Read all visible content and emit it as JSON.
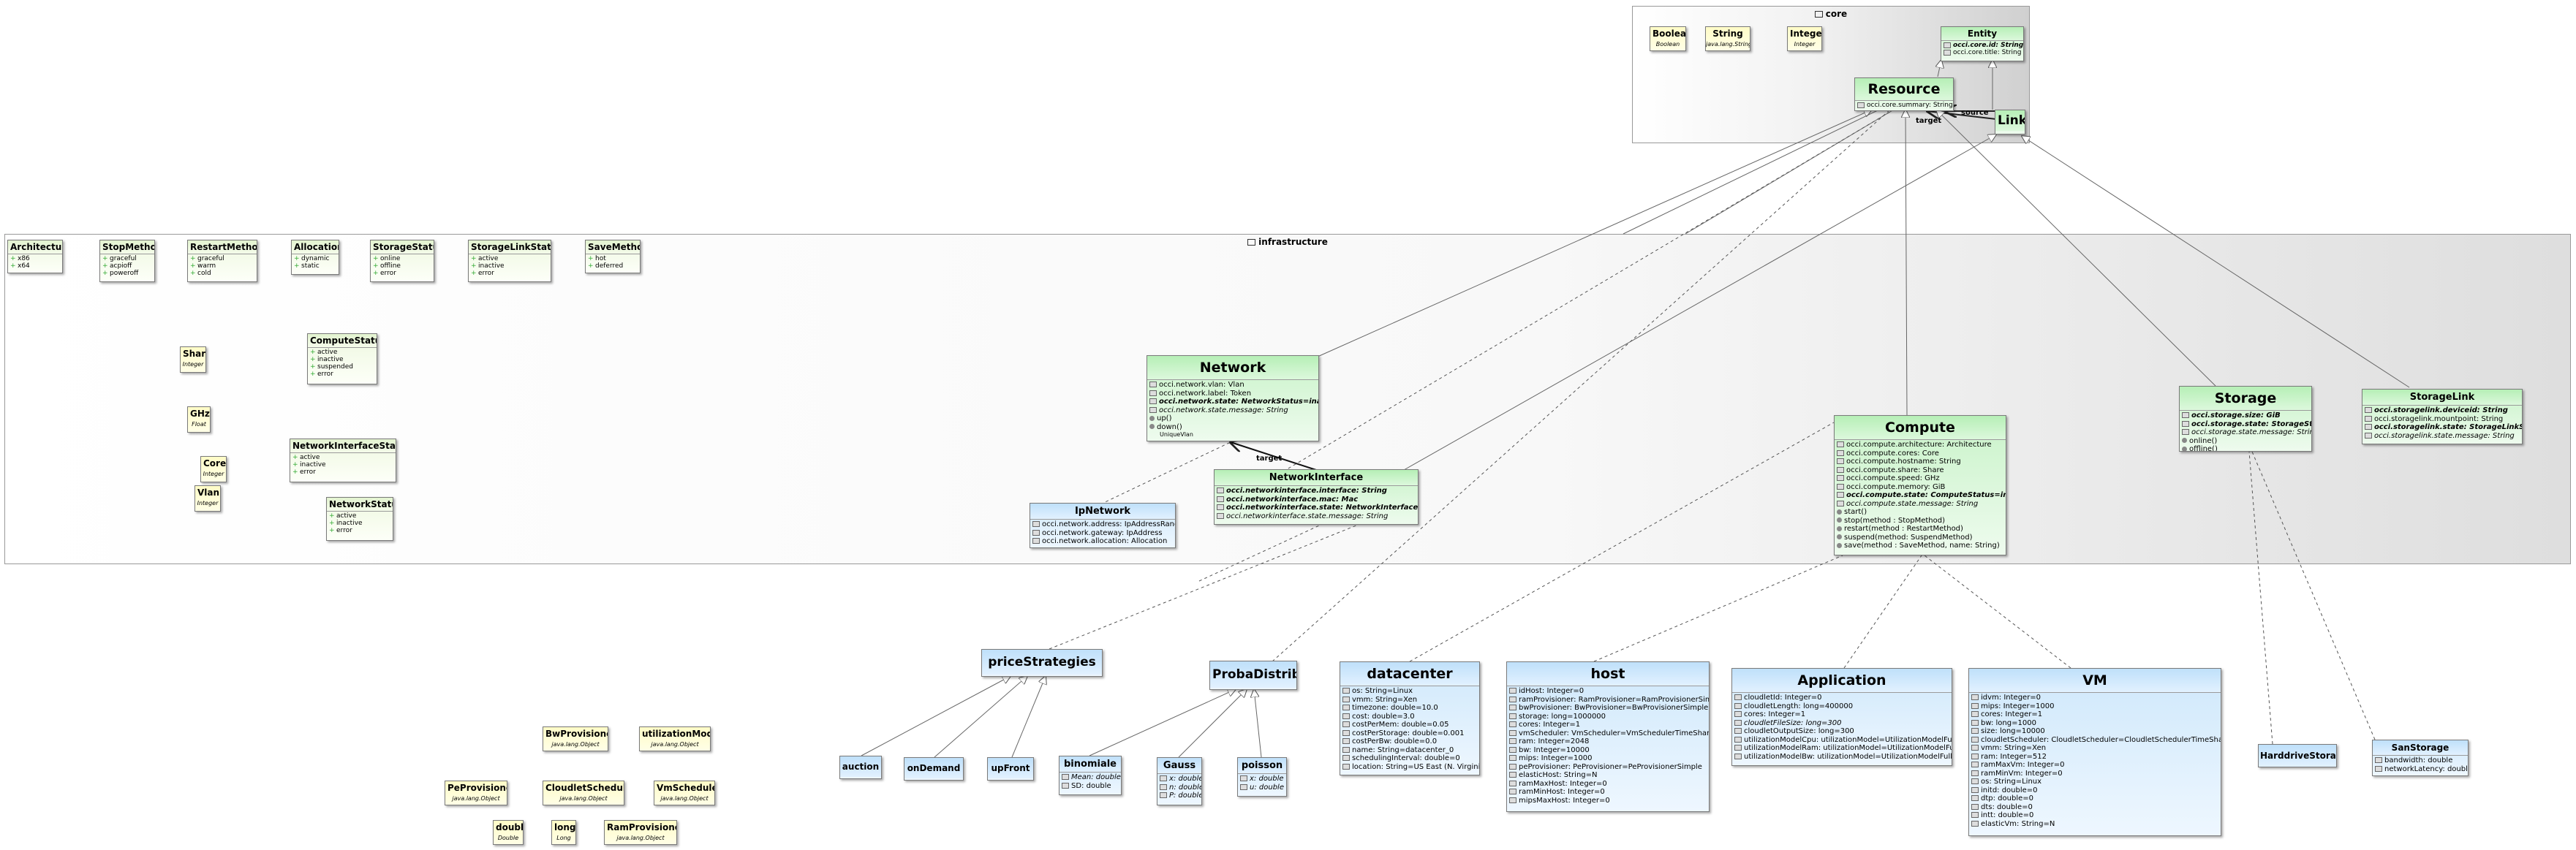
{
  "packages": {
    "core": "core",
    "infrastructure": "infrastructure"
  },
  "core": {
    "boolean": {
      "name": "Boolean",
      "type": "Boolean"
    },
    "string": {
      "name": "String",
      "type": "java.lang.String"
    },
    "integer": {
      "name": "Integer",
      "type": "Integer"
    },
    "entity": {
      "name": "Entity",
      "attrs": [
        "occi.core.id: String",
        "occi.core.title: String"
      ]
    },
    "resource": {
      "name": "Resource",
      "attrs": [
        "occi.core.summary: String"
      ]
    },
    "link": {
      "name": "Link"
    },
    "edge_labels": {
      "target": "target",
      "source": "source"
    }
  },
  "infra": {
    "enums": {
      "architecture": {
        "name": "Architecture",
        "literals": [
          "x86",
          "x64"
        ]
      },
      "stopmethod": {
        "name": "StopMethod",
        "literals": [
          "graceful",
          "acpioff",
          "poweroff"
        ]
      },
      "restartmethod": {
        "name": "RestartMethod",
        "literals": [
          "graceful",
          "warm",
          "cold"
        ]
      },
      "allocation": {
        "name": "Allocation",
        "literals": [
          "dynamic",
          "static"
        ]
      },
      "storagestatus": {
        "name": "StorageStatus",
        "literals": [
          "online",
          "offline",
          "error"
        ]
      },
      "storagelinkstatus": {
        "name": "StorageLinkStatus",
        "literals": [
          "active",
          "inactive",
          "error"
        ]
      },
      "savemethod": {
        "name": "SaveMethod",
        "literals": [
          "hot",
          "deferred"
        ]
      },
      "computestatus": {
        "name": "ComputeStatus",
        "literals": [
          "active",
          "inactive",
          "suspended",
          "error"
        ]
      },
      "networkinterfacestatus": {
        "name": "NetworkInterfaceStatus",
        "literals": [
          "active",
          "inactive",
          "error"
        ]
      },
      "networkstatus": {
        "name": "NetworkStatus",
        "literals": [
          "active",
          "inactive",
          "error"
        ]
      }
    },
    "types": {
      "share": {
        "name": "Share",
        "type": "Integer"
      },
      "ghz": {
        "name": "GHz",
        "type": "Float"
      },
      "core": {
        "name": "Core",
        "type": "Integer"
      },
      "vlan": {
        "name": "Vlan",
        "type": "Integer"
      }
    },
    "network": {
      "name": "Network",
      "rows": [
        "occi.network.vlan: Vlan",
        "occi.network.label: Token",
        "occi.network.state: NetworkStatus=inactive",
        "occi.network.state.message: String",
        "up()",
        "down()",
        "UniqueVlan"
      ]
    },
    "networkinterface": {
      "name": "NetworkInterface",
      "rows": [
        "occi.networkinterface.interface: String",
        "occi.networkinterface.mac: Mac",
        "occi.networkinterface.state: NetworkInterfaceStatus",
        "occi.networkinterface.state.message: String"
      ]
    },
    "ipnetwork": {
      "name": "IpNetwork",
      "rows": [
        "occi.network.address: IpAddressRange",
        "occi.network.gateway: IpAddress",
        "occi.network.allocation: Allocation"
      ]
    },
    "compute": {
      "name": "Compute",
      "rows": [
        "occi.compute.architecture: Architecture",
        "occi.compute.cores: Core",
        "occi.compute.hostname: String",
        "occi.compute.share: Share",
        "occi.compute.speed: GHz",
        "occi.compute.memory: GiB",
        "occi.compute.state: ComputeStatus=inactive",
        "occi.compute.state.message: String",
        "start()",
        "stop(method : StopMethod)",
        "restart(method : RestartMethod)",
        "suspend(method: SuspendMethod)",
        "save(method : SaveMethod, name: String)"
      ]
    },
    "storage": {
      "name": "Storage",
      "rows": [
        "occi.storage.size: GiB",
        "occi.storage.state: StorageStatus",
        "occi.storage.state.message: String",
        "online()",
        "offline()"
      ]
    },
    "storagelink": {
      "name": "StorageLink",
      "rows": [
        "occi.storagelink.deviceid: String",
        "occi.storagelink.mountpoint: String",
        "occi.storagelink.state: StorageLinkStatus",
        "occi.storagelink.state.message: String"
      ]
    },
    "edge_labels": {
      "target": "target"
    }
  },
  "ext": {
    "pricestrategies": {
      "name": "priceStrategies"
    },
    "auction": {
      "name": "auction"
    },
    "ondemand": {
      "name": "onDemand"
    },
    "upfront": {
      "name": "upFront"
    },
    "probadistrib": {
      "name": "ProbaDistrib"
    },
    "binomiale": {
      "name": "binomiale",
      "attrs": [
        "Mean: double",
        "SD: double"
      ]
    },
    "gauss": {
      "name": "Gauss",
      "attrs": [
        "x: double",
        "n: double",
        "P: double"
      ]
    },
    "poisson": {
      "name": "poisson",
      "attrs": [
        "x: double",
        "u: double"
      ]
    },
    "datacenter": {
      "name": "datacenter",
      "attrs": [
        "os: String=Linux",
        "vmm: String=Xen",
        "timezone: double=10.0",
        "cost: double=3.0",
        "costPerMem: double=0.05",
        "costPerStorage: double=0.001",
        "costPerBw: double=0.0",
        "name: String=datacenter_0",
        "schedulingInterval: double=0",
        "location: String=US East (N. Virginia)"
      ]
    },
    "host": {
      "name": "host",
      "attrs": [
        "idHost: Integer=0",
        "ramProvisioner: RamProvisioner=RamProvisionerSimple",
        "bwProvisioner: BwProvisioner=BwProvisionerSimple",
        "storage: long=1000000",
        "cores: Integer=1",
        "vmScheduler: VmScheduler=VmSchedulerTimeShared",
        "ram: Integer=2048",
        "bw: Integer=10000",
        "mips: Integer=1000",
        "peProvisioner: PeProvisioner=PeProvisionerSimple",
        "elasticHost: String=N",
        "ramMaxHost: Integer=0",
        "ramMinHost: Integer=0",
        "mipsMaxHost: Integer=0"
      ]
    },
    "application": {
      "name": "Application",
      "attrs": [
        "cloudletId: Integer=0",
        "cloudletLength: long=400000",
        "cores: Integer=1",
        "cloudletFileSize: long=300",
        "cloudletOutputSize: long=300",
        "utilizationModelCpu: utilizationModel=UtilizationModelFull",
        "utilizationModelRam: utilizationModel=UtilizationModelFull",
        "utilizationModelBw: utilizationModel=UtilizationModelFull"
      ]
    },
    "vm": {
      "name": "VM",
      "attrs": [
        "idvm: Integer=0",
        "mips: Integer=1000",
        "cores: Integer=1",
        "bw: long=1000",
        "size: long=10000",
        "cloudletScheduler: CloudletScheduler=CloudletSchedulerTimeShared",
        "vmm: String=Xen",
        "ram: Integer=512",
        "ramMaxVm: Integer=0",
        "ramMinVm: Integer=0",
        "os: String=Linux",
        "initd: double=0",
        "dtp: double=0",
        "dts: double=0",
        "intt: double=0",
        "elasticVm: String=N"
      ]
    },
    "harddrivestorage": {
      "name": "HarddriveStorage"
    },
    "sanstorage": {
      "name": "SanStorage",
      "attrs": [
        "bandwidth: double",
        "networkLatency: double"
      ]
    },
    "datatypes": {
      "bwprovisioner": {
        "name": "BwProvisioner",
        "type": "java.lang.Object"
      },
      "utilizationmodel": {
        "name": "utilizationModel",
        "type": "java.lang.Object"
      },
      "peprovisioner": {
        "name": "PeProvisioner",
        "type": "java.lang.Object"
      },
      "cloudletscheduler": {
        "name": "CloudletScheduler",
        "type": "java.lang.Object"
      },
      "vmscheduler": {
        "name": "VmScheduler",
        "type": "java.lang.Object"
      },
      "double": {
        "name": "double",
        "type": "Double"
      },
      "long": {
        "name": "long",
        "type": "Long"
      },
      "ramprovisioner": {
        "name": "RamProvisioner",
        "type": "java.lang.Object"
      }
    }
  },
  "colors": {
    "class_green": "#c9f3c9",
    "enum_green": "#eef8e0",
    "datatype_yellow": "#fffcc6",
    "extension_blue": "#cfe8fb",
    "edge": "#555555"
  }
}
